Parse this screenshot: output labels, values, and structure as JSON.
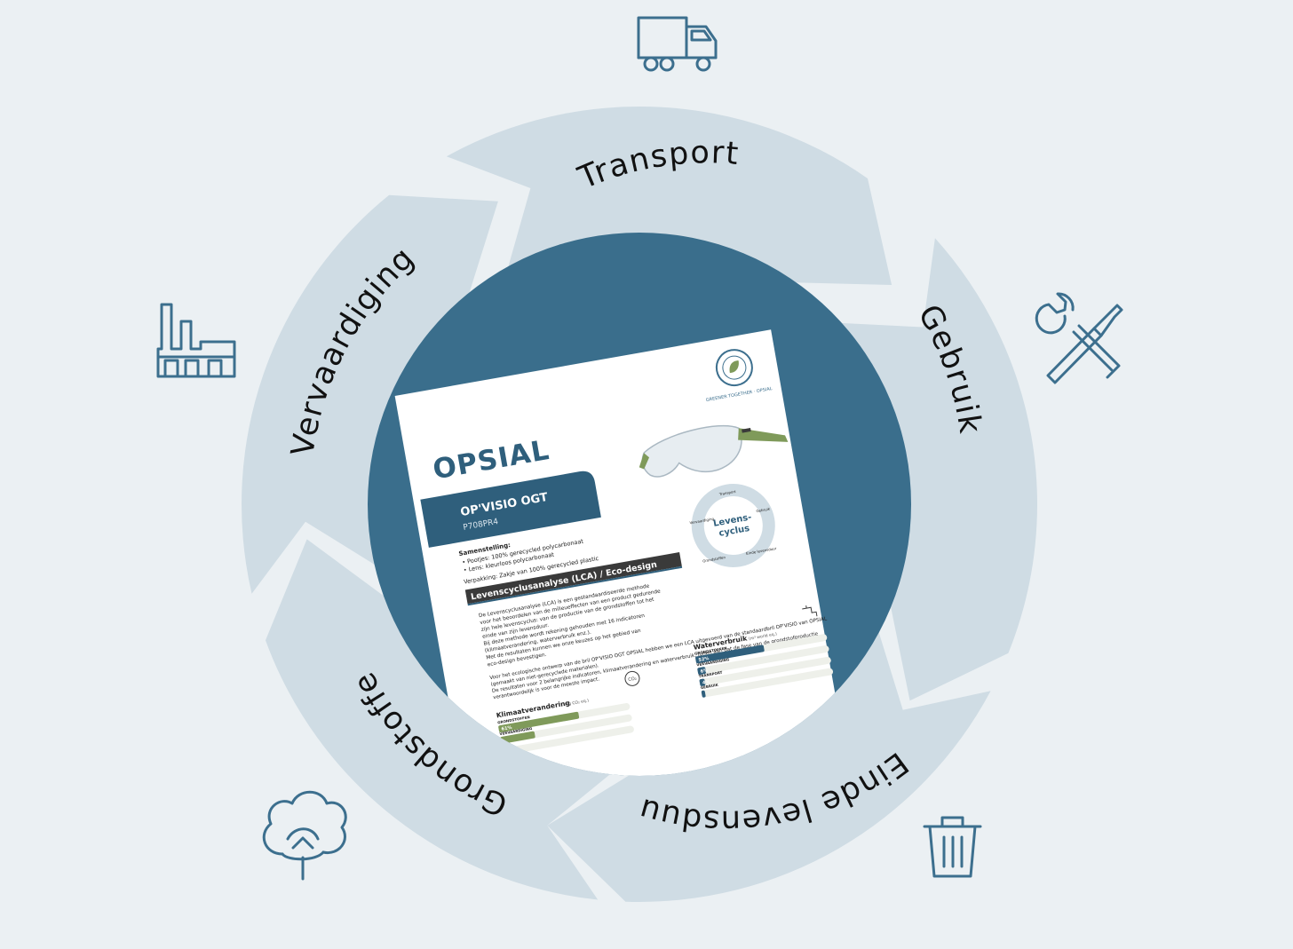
{
  "colors": {
    "background": "#ebf0f3",
    "ring_segment": "#cfdce4",
    "center_disc": "#3a6e8c",
    "icon_stroke": "#3c6f8e",
    "label_text": "#111111",
    "doc_navy": "#2f5f7c",
    "doc_green": "#7f9a5a",
    "doc_dark_bar": "#3a3a3a"
  },
  "cycle": {
    "stages": [
      {
        "id": "transport",
        "label": "Transport",
        "icon": "truck-icon"
      },
      {
        "id": "gebruik",
        "label": "Gebruik",
        "icon": "wrench-screwdriver-icon"
      },
      {
        "id": "einde",
        "label": "Einde levensduur",
        "icon": "trash-can-icon"
      },
      {
        "id": "grondstoffen",
        "label": "Grondstoffen",
        "icon": "cotton-plant-icon"
      },
      {
        "id": "vervaardiging",
        "label": "Vervaardiging",
        "icon": "factory-icon"
      }
    ]
  },
  "document": {
    "brand": "OPSIAL",
    "seal_text": "GREENER TOGETHER · OPSIAL",
    "product_title": "OP'VISIO OGT",
    "product_code": "P708PR4",
    "composition_heading": "Samenstelling:",
    "composition_items": [
      "• Pootjes: 100% gerecycled polycarbonaat",
      "• Lens: kleurloos polycarbonaat"
    ],
    "packaging": "Verpakking: Zakje van 100% gerecycled plastic",
    "section_title": "Levenscyclusanalyse (LCA) / Eco-design",
    "mini_cycle_label_1": "Levens-",
    "mini_cycle_label_2": "cyclus",
    "mini_cycle_stages": [
      "Transport",
      "Gebruik",
      "Einde levensduur",
      "Grondstoffen",
      "Vervaardiging"
    ],
    "paragraph_1": [
      "De Levenscyclusanalyse (LCA) is een gestandaardiseerde methode",
      "voor het beoordelen van de milieueffecten van een product gedurende",
      "zijn hele levenscyclus: van de productie van de grondstoffen tot het",
      "einde van zijn levensduur.",
      "Bij deze methode wordt rekening gehouden met 16 indicatoren",
      "(klimaatverandering, waterverbruik enz.).",
      "Met de resultaten kunnen we onze keuzes op het gebied van",
      "eco-design bevestigen."
    ],
    "paragraph_2": [
      "Voor het ecologische ontwerp van de bril OP'VISIO OGT OPSIAL hebben we een LCA uitgevoerd van de standaardbril OP'VISIO van OPSIAL",
      "(gemaakt van niet-gerecyclede materialen).",
      "De resultaten voor 2 belangrijke indicatoren, klimaatverandering en waterverbruik, tonen aan dat de fase van de grondstofproductie",
      "verantwoordelijk is voor de meeste impact."
    ],
    "climate_chart": {
      "title": "Klimaatverandering",
      "unit": "(kg CO₂ eq.)",
      "co2_badge": "CO₂",
      "rows": [
        {
          "label": "GRONDSTOFFEN",
          "percent": 61,
          "value_label": "61%"
        },
        {
          "label": "VERVAARDIGING",
          "percent": 26,
          "value_label": ""
        },
        {
          "label": "",
          "percent": 10,
          "value_label": ""
        }
      ]
    },
    "water_chart": {
      "title": "Waterverbruik",
      "unit": "(m³ world eq.)",
      "rows": [
        {
          "label": "GRONDSTOFFEN",
          "percent": 52,
          "value_label": "52%"
        },
        {
          "label": "VERVAARDIGING",
          "percent": 6,
          "value_label": "6%"
        },
        {
          "label": "TRANSPORT",
          "percent": 4,
          "value_label": "4%"
        },
        {
          "label": "GEBRUIK",
          "percent": 0,
          "value_label": ""
        }
      ]
    }
  }
}
